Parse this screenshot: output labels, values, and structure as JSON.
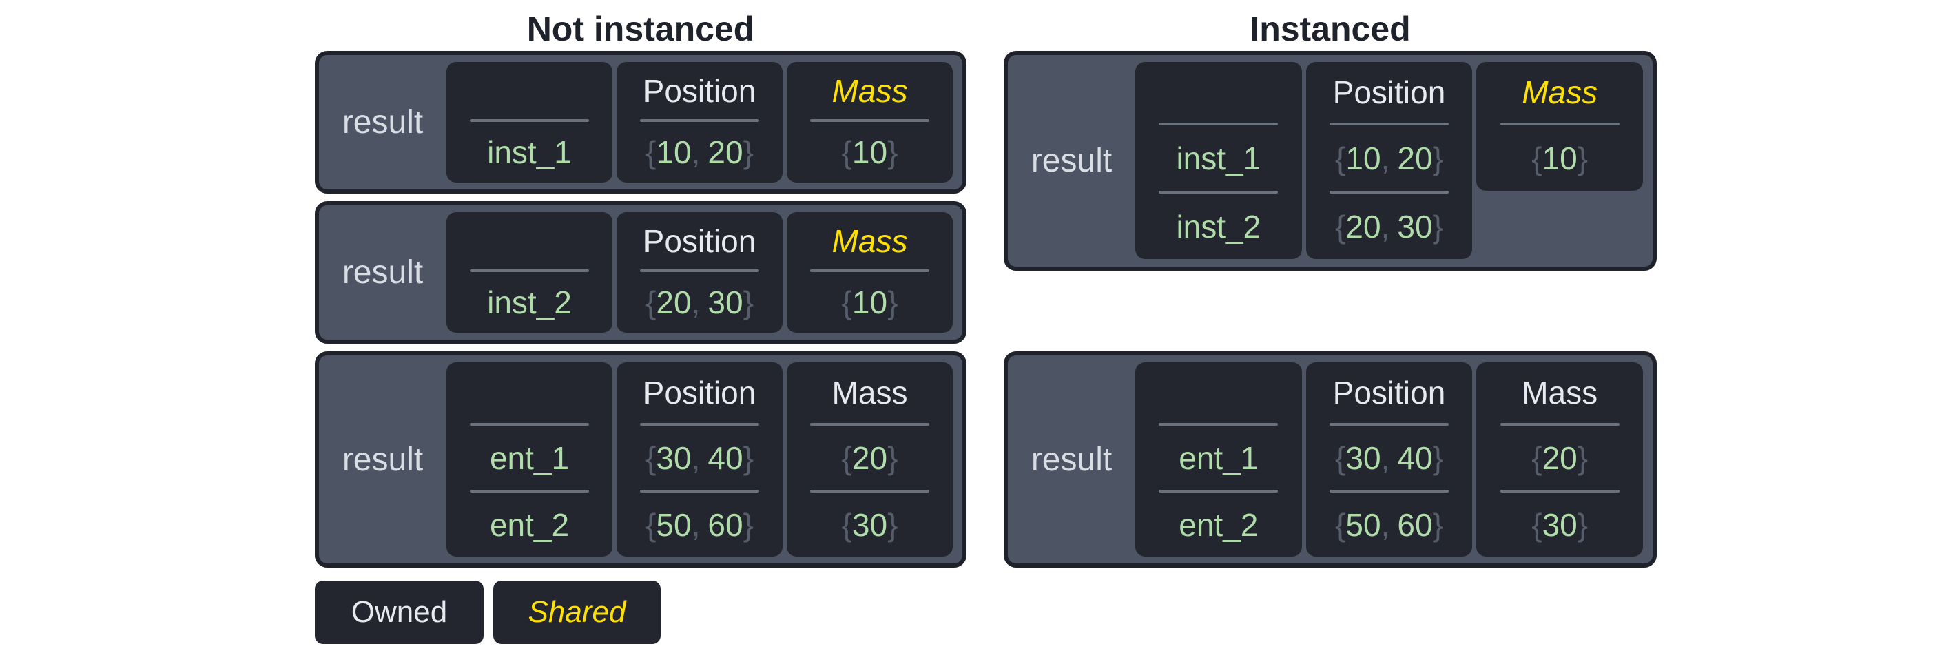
{
  "titles": {
    "left": "Not instanced",
    "right": "Instanced"
  },
  "labels": {
    "result": "result"
  },
  "legend": {
    "owned": "Owned",
    "shared": "Shared"
  },
  "colors": {
    "page_bg": "#ffffff",
    "outer_box_bg": "#4d5464",
    "outer_box_border": "#1f222a",
    "cell_bg": "#23262f",
    "divider": "#6b717d",
    "header_text": "#e7eaef",
    "result_text": "#d9dde4",
    "value_green": "#b0dcaa",
    "brace_gray": "#565d6b",
    "shared_yellow": "#ffe100",
    "title_text": "#1e222a"
  },
  "boxes": {
    "l1": {
      "entity": {
        "rows": [
          "inst_1"
        ]
      },
      "position": {
        "header": "Position",
        "rows": [
          {
            "open": "{",
            "a": "10",
            "sep": ",",
            "b": "20",
            "close": "}"
          }
        ]
      },
      "mass": {
        "header": "Mass",
        "shared": true,
        "rows": [
          {
            "open": "{",
            "a": "10",
            "close": "}"
          }
        ]
      }
    },
    "l2": {
      "entity": {
        "rows": [
          "inst_2"
        ]
      },
      "position": {
        "header": "Position",
        "rows": [
          {
            "open": "{",
            "a": "20",
            "sep": ",",
            "b": "30",
            "close": "}"
          }
        ]
      },
      "mass": {
        "header": "Mass",
        "shared": true,
        "rows": [
          {
            "open": "{",
            "a": "10",
            "close": "}"
          }
        ]
      }
    },
    "l3": {
      "entity": {
        "rows": [
          "ent_1",
          "ent_2"
        ]
      },
      "position": {
        "header": "Position",
        "rows": [
          {
            "open": "{",
            "a": "30",
            "sep": ",",
            "b": "40",
            "close": "}"
          },
          {
            "open": "{",
            "a": "50",
            "sep": ",",
            "b": "60",
            "close": "}"
          }
        ]
      },
      "mass": {
        "header": "Mass",
        "shared": false,
        "rows": [
          {
            "open": "{",
            "a": "20",
            "close": "}"
          },
          {
            "open": "{",
            "a": "30",
            "close": "}"
          }
        ]
      }
    },
    "r1": {
      "entity": {
        "rows": [
          "inst_1",
          "inst_2"
        ]
      },
      "position": {
        "header": "Position",
        "rows": [
          {
            "open": "{",
            "a": "10",
            "sep": ",",
            "b": "20",
            "close": "}"
          },
          {
            "open": "{",
            "a": "20",
            "sep": ",",
            "b": "30",
            "close": "}"
          }
        ]
      },
      "mass": {
        "header": "Mass",
        "shared": true,
        "rows": [
          {
            "open": "{",
            "a": "10",
            "close": "}"
          }
        ]
      }
    },
    "r2": {
      "entity": {
        "rows": [
          "ent_1",
          "ent_2"
        ]
      },
      "position": {
        "header": "Position",
        "rows": [
          {
            "open": "{",
            "a": "30",
            "sep": ",",
            "b": "40",
            "close": "}"
          },
          {
            "open": "{",
            "a": "50",
            "sep": ",",
            "b": "60",
            "close": "}"
          }
        ]
      },
      "mass": {
        "header": "Mass",
        "shared": false,
        "rows": [
          {
            "open": "{",
            "a": "20",
            "close": "}"
          },
          {
            "open": "{",
            "a": "30",
            "close": "}"
          }
        ]
      }
    }
  }
}
